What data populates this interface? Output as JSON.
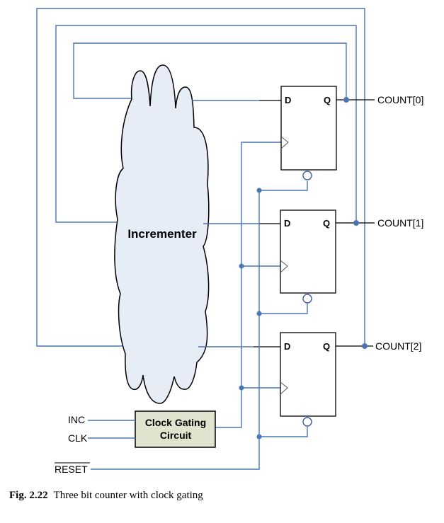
{
  "figure": {
    "caption_number": "Fig. 2.22",
    "caption_text": "Three bit counter with clock gating"
  },
  "diagram": {
    "incrementer_label": "Incrementer",
    "clock_gating": {
      "line1": "Clock Gating",
      "line2": "Circuit"
    },
    "inputs": {
      "inc": "INC",
      "clk": "CLK",
      "reset": "RESET"
    },
    "flip_flops": [
      {
        "d_label": "D",
        "q_label": "Q",
        "output": "COUNT[0]"
      },
      {
        "d_label": "D",
        "q_label": "Q",
        "output": "COUNT[1]"
      },
      {
        "d_label": "D",
        "q_label": "Q",
        "output": "COUNT[2]"
      }
    ],
    "colors": {
      "wire": "#4a76b3",
      "cloud_fill": "#e6edf6",
      "clock_gating_fill": "#e2e3cf"
    }
  }
}
